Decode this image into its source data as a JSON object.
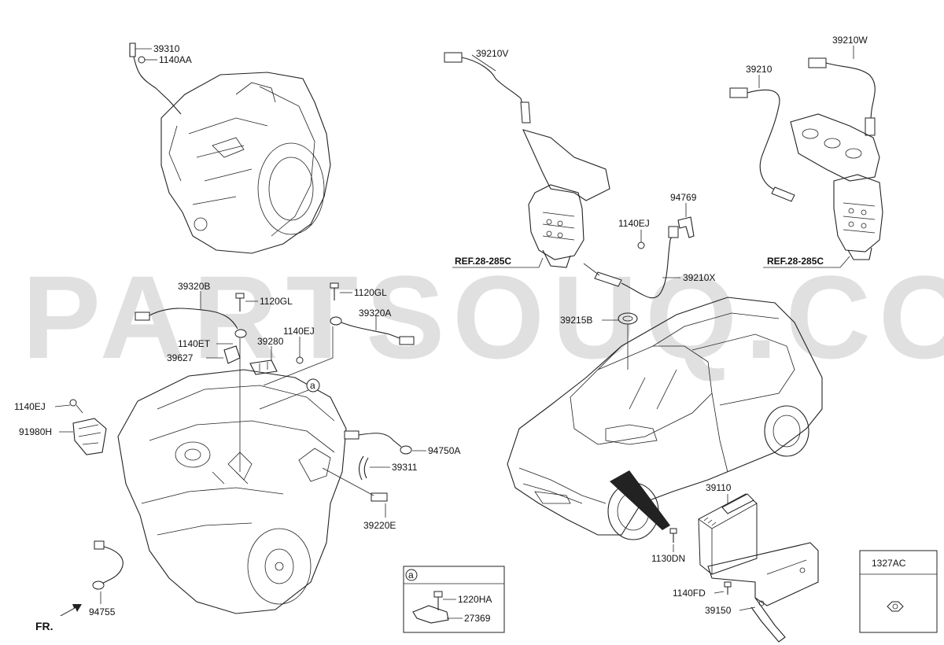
{
  "watermark": "PARTSOUQ.COM",
  "direction_label": "FR.",
  "inset_a": {
    "marker": "a",
    "labels": [
      "1220HA",
      "27369"
    ]
  },
  "inset_box": {
    "label": "1327AC"
  },
  "refs": {
    "left": "REF.28-285C",
    "right": "REF.28-285C"
  },
  "labels": {
    "l39310": "39310",
    "l1140AA": "1140AA",
    "l39210V": "39210V",
    "l39210": "39210",
    "l39210W": "39210W",
    "l94769": "94769",
    "l1140EJ_top": "1140EJ",
    "l39210X": "39210X",
    "l39215B": "39215B",
    "l39320B": "39320B",
    "l1120GL_a": "1120GL",
    "l1120GL_b": "1120GL",
    "l39320A": "39320A",
    "l1140ET": "1140ET",
    "l39280": "39280",
    "l1140EJ_mid": "1140EJ",
    "l39627": "39627",
    "l1140EJ_left": "1140EJ",
    "l91980H": "91980H",
    "l94750A": "94750A",
    "l39311": "39311",
    "l39220E": "39220E",
    "l94755": "94755",
    "l39110": "39110",
    "l1130DN": "1130DN",
    "l1140FD": "1140FD",
    "l39150": "39150"
  }
}
